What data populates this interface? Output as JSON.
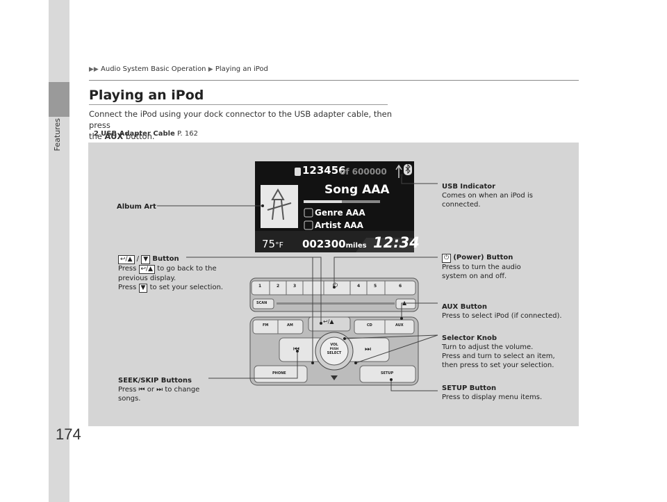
{
  "sidebar": {
    "label": "Features"
  },
  "breadcrumb": {
    "part1": "Audio System Basic Operation",
    "part2": "Playing an iPod"
  },
  "page": {
    "number": "174",
    "title": "Playing an iPod"
  },
  "intro": {
    "line1": "Connect the iPod using your dock connector to the USB adapter cable, then press",
    "line2_pre": "the ",
    "line2_bold": "AUX",
    "line2_post": " button."
  },
  "reference": {
    "label": "USB Adapter Cable",
    "page": "P. 162"
  },
  "screen": {
    "track": "123456",
    "of": "of 600000",
    "song": "Song AAA",
    "genre": "Genre AAA",
    "artist": "Artist AAA",
    "temp": "75",
    "temp_unit": "°F",
    "odo": "002300",
    "odo_unit": "miles",
    "clock": "12:34"
  },
  "callouts": {
    "album_art": "Album Art",
    "usb_title": "USB Indicator",
    "usb_desc1": "Comes on when an iPod is",
    "usb_desc2": "connected.",
    "back_title": "Button",
    "back_press": "Press",
    "back_desc1": "to go back to the",
    "back_desc2": "previous display.",
    "back_desc3": "Press",
    "back_desc4": "to set your selection.",
    "power_title": "(Power) Button",
    "power_desc1": "Press to turn the audio",
    "power_desc2": "system on and off.",
    "aux_title": "AUX Button",
    "aux_desc": "Press to select iPod (if connected).",
    "knob_title": "Selector Knob",
    "knob_desc1": "Turn to adjust the volume.",
    "knob_desc2": "Press and turn to select an item,",
    "knob_desc3": "then press to set your selection.",
    "seek_title": "SEEK/SKIP Buttons",
    "seek_desc1": "Press",
    "seek_desc2": "or",
    "seek_desc3": "to change",
    "seek_desc4": "songs.",
    "setup_title": "SETUP Button",
    "setup_desc": "Press to display menu items."
  },
  "radio": {
    "presets": [
      "1",
      "2",
      "3",
      "4",
      "5",
      "6"
    ],
    "scan": "SCAN",
    "fm": "FM",
    "am": "AM",
    "cd": "CD",
    "aux": "AUX",
    "knob_line1": "VOL",
    "knob_line2": "PUSH",
    "knob_line3": "SELECT",
    "phone": "PHONE",
    "setup": "SETUP"
  },
  "colors": {
    "panel": "#d5d5d5",
    "screen": "#1a1a1a",
    "sidebar_tab": "#9a9a9a"
  }
}
